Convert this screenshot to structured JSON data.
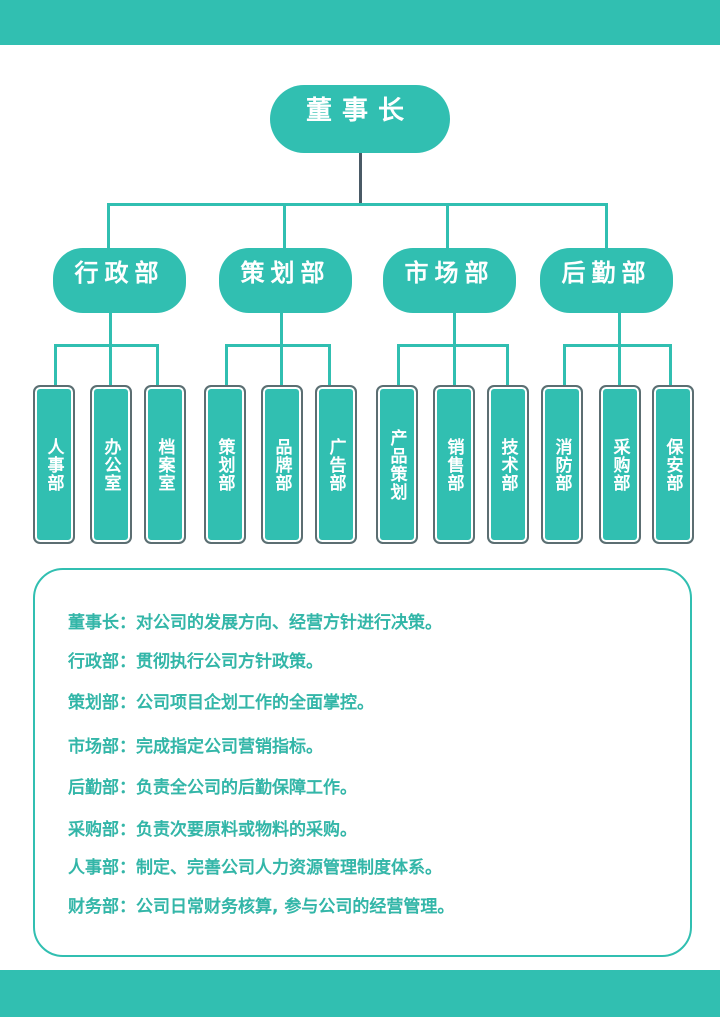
{
  "colors": {
    "primary": "#31bfb1",
    "text": "#33b6a8",
    "sub_border": "#5c6e72"
  },
  "root": "董事长",
  "departments": [
    {
      "name": "行政部",
      "children": [
        "人事部",
        "办公室",
        "档案室"
      ]
    },
    {
      "name": "策划部",
      "children": [
        "策划部",
        "品牌部",
        "广告部"
      ]
    },
    {
      "name": "市场部",
      "children": [
        "产品策划",
        "销售部",
        "技术部"
      ]
    },
    {
      "name": "后勤部",
      "children": [
        "消防部",
        "采购部",
        "保安部"
      ]
    }
  ],
  "descriptions": [
    "董事长：对公司的发展方向、经营方针进行决策。",
    "行政部：贯彻执行公司方针政策。",
    "策划部：公司项目企划工作的全面掌控。",
    "市场部：完成指定公司营销指标。",
    "后勤部：负责全公司的后勤保障工作。",
    "采购部：负责次要原料或物料的采购。",
    "人事部：制定、完善公司人力资源管理制度体系。",
    "财务部：公司日常财务核算, 参与公司的经营管理。"
  ]
}
